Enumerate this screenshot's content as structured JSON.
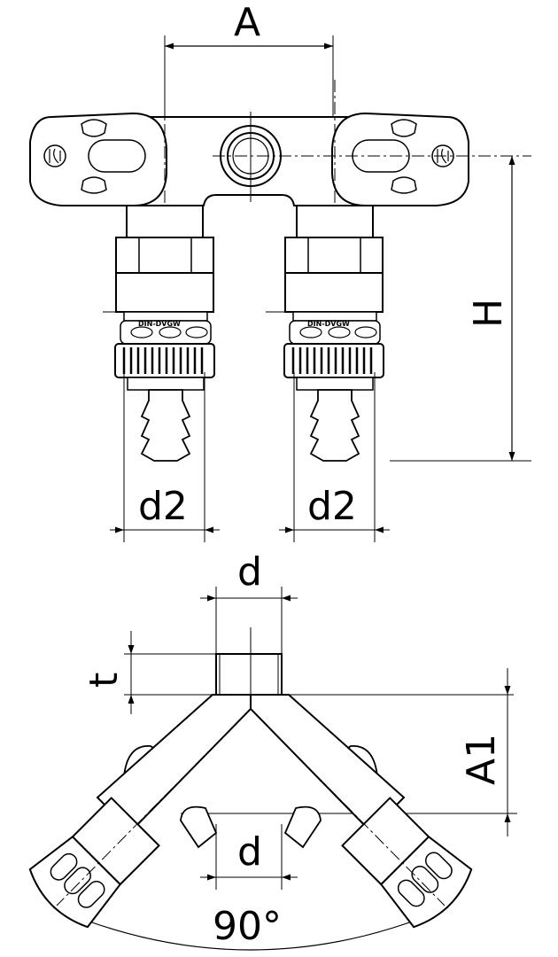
{
  "labels": {
    "A": "A",
    "H": "H",
    "d2_left": "d2",
    "d2_right": "d2",
    "d_top": "d",
    "d_bottom": "d",
    "t": "t",
    "A1": "A1",
    "angle": "90°"
  },
  "markings": {
    "dvgw_left": "DIN-DVGW",
    "dvgw_right": "DIN-DVGW"
  },
  "colors": {
    "line": "#000000",
    "fill": "#ffffff",
    "shade": "#e6e6e6"
  }
}
